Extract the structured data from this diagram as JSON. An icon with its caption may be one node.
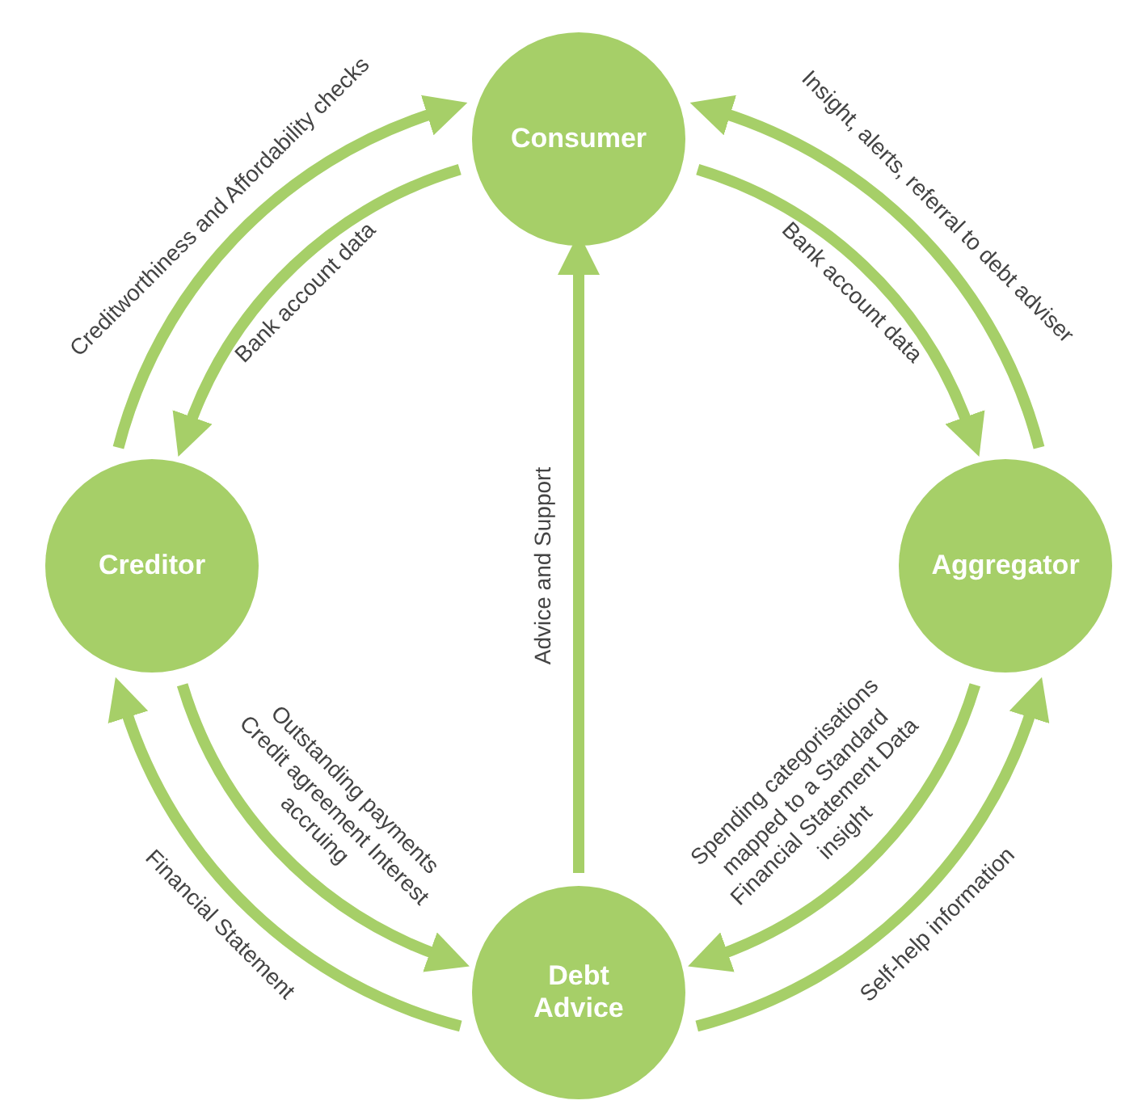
{
  "diagram": {
    "nodes": [
      {
        "text": [
          "Consumer"
        ]
      },
      {
        "text": [
          "Creditor"
        ]
      },
      {
        "text": [
          "Aggregator"
        ]
      },
      {
        "text": [
          "Debt Advice"
        ]
      }
    ],
    "edges": [
      {
        "from": 1,
        "to": 0,
        "arrow": "to",
        "label": "Creditworthiness and Affordability checks"
      },
      {
        "from": 0,
        "to": 1,
        "arrow": "to",
        "label": "Bank account data"
      },
      {
        "from": 0,
        "to": 2,
        "arrow": "to",
        "label": "Bank account data"
      },
      {
        "from": 2,
        "to": 0,
        "arrow": "to",
        "label": "Insight, alerts, referral to debt adviser"
      },
      {
        "from": 3,
        "to": 0,
        "arrow": "to",
        "label": "Advice and Support"
      },
      {
        "from": 1,
        "to": 3,
        "arrow": "to",
        "label": "Outstanding payments Credit agreement Interest accruing"
      },
      {
        "from": 3,
        "to": 1,
        "arrow": "to",
        "label": "Financial Statement"
      },
      {
        "from": 2,
        "to": 3,
        "arrow": "to",
        "label": "Spending categorisations mapped to a Standard Financial Statement Data insight"
      },
      {
        "from": 3,
        "to": 2,
        "arrow": "to",
        "label": "Self-help information"
      }
    ]
  }
}
